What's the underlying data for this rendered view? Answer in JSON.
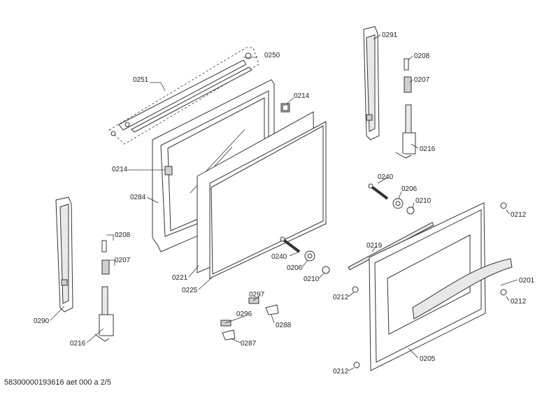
{
  "footer_code": "58300000193616 aet 000 a 2/5",
  "labels": {
    "l0201": "0201",
    "l0205": "0205",
    "l0207a": "0207",
    "l0207b": "0207",
    "l0208a": "0208",
    "l0208b": "0208",
    "l0210a": "0210",
    "l0210b": "0210",
    "l0212a": "0212",
    "l0212b": "0212",
    "l0212c": "0212",
    "l0212d": "0212",
    "l0214a": "0214",
    "l0214b": "0214",
    "l0216a": "0216",
    "l0216b": "0216",
    "l0219": "0219",
    "l0221": "0221",
    "l0225": "0225",
    "l0240a": "0240",
    "l0240b": "0240",
    "l0250": "0250",
    "l0251": "0251",
    "l0206a": "0206",
    "l0206b": "0206",
    "l0284": "0284",
    "l0287": "0287",
    "l0288": "0288",
    "l0290": "0290",
    "l0291": "0291",
    "l0296": "0296",
    "l0297": "0297"
  }
}
